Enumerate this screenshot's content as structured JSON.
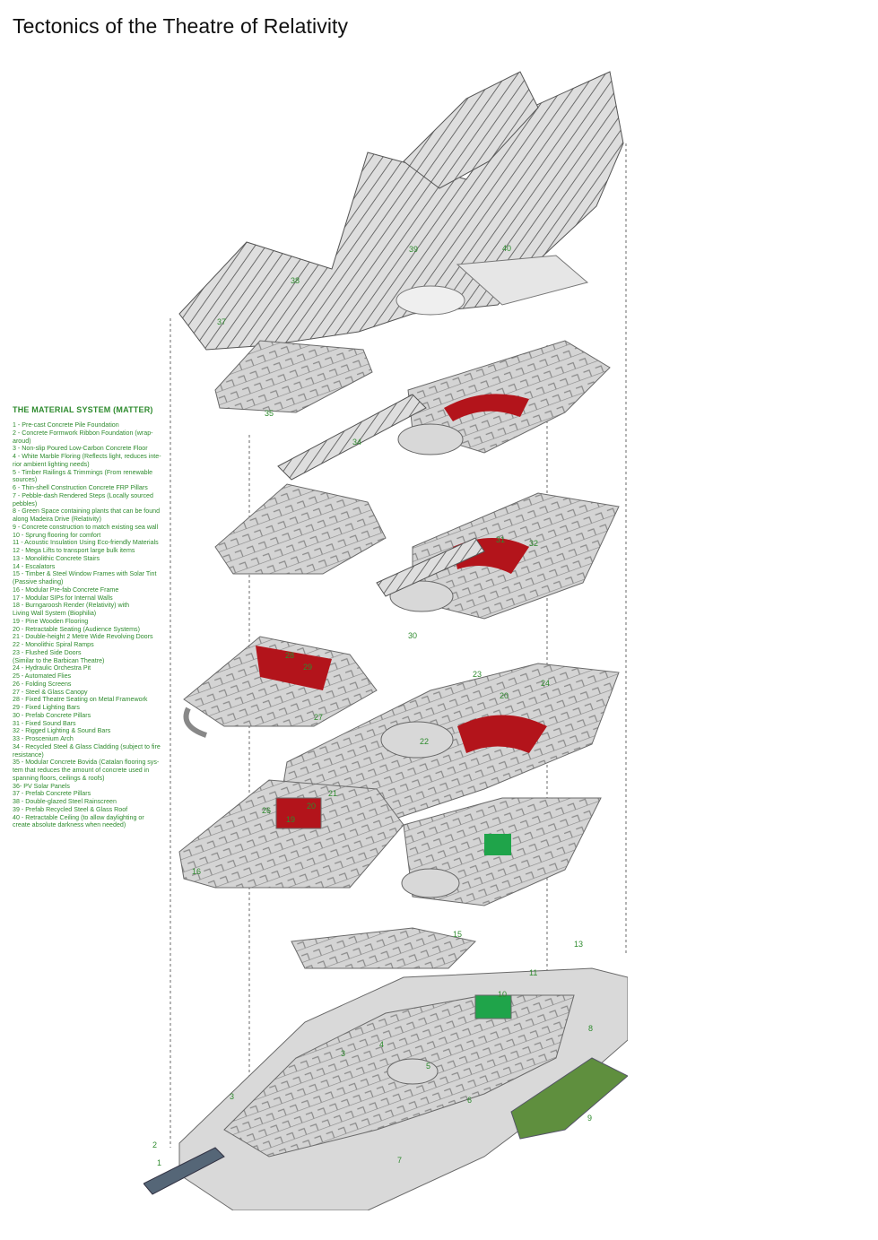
{
  "title": "Tectonics of the Theatre of Relativity",
  "legend": {
    "heading": "THE MATERIAL SYSTEM (MATTER)",
    "items": [
      "1 - Pre-cast Concrete Pile Foundation",
      "2 - Concrete Formwork Ribbon Foundation (wrap-\naroud)",
      "3 - Non-slip Poured Low-Carbon Concrete Floor",
      "4 - White Marble Floring (Reflects light, reduces inte-\nrior ambient lighting needs)",
      "5 - Timber Railings & Trimmings (From renewable\nsources)",
      "6 - Thin-shell Construction Concrete FRP Pillars",
      "7 - Pebble-dash Rendered Steps (Locally sourced\npebbles)",
      "8 - Green Space containing plants that can be found\nalong Madeira Drive (Relativity)",
      "9 - Concrete construction to match existing sea wall",
      "10 - Sprung flooring for comfort",
      "11 - Acoustic Insulation Using Eco-friendly Materials",
      "12 - Mega Lifts to transport large bulk items",
      "13 - Monolithic Concrete Stairs",
      "14 - Escalators",
      "15 - Timber & Steel Window Frames with Solar Tint\n(Passive shading)",
      "16 - Modular Pre-fab Concrete Frame",
      "17 - Modular SIPs for Internal Walls",
      "18 - Burngaroosh Render (Relativity) with\nLiving Wall System (Biophilia)",
      "19 - Pine Wooden Flooring",
      "20 - Retractable Seating (Audience Systems)",
      "21 - Double-height 2 Metre Wide Revolving Doors",
      "22 - Monolithic Spiral Ramps",
      "23 - Flushed Side Doors\n(Similar to the Barbican Theatre)",
      "24 - Hydraulic Orchestra Pit",
      "25 - Automated Flies",
      "26 - Folding Screens",
      "27 - Steel & Glass Canopy",
      "28 - Fixed Theatre Seating on Metal Framework",
      "29 - Fixed Lighting Bars",
      "30 - Prefab Concrete Pillars",
      "31 - Fixed Sound Bars",
      "32 - Rigged Lighting & Sound Bars",
      "33 - Proscenium Arch",
      "34 - Recycled Steel & Glass Cladding (subject to fire\nresistance)",
      "35 - Modular Concrete Bovida (Catalan flooring sys-\ntem that reduces the amount of concrete used in\nspanning floors, ceilings & roofs)",
      "36- PV Solar Panels",
      "37 - Prefab Concrete Pillars",
      "38 - Double-glazed Steel Rainscreen",
      "39 - Prefab Recycled Steel & Glass Roof",
      "40 - Retractable Ceiling (to allow daylighting or\ncreate absolute darkness when needed)"
    ]
  },
  "callouts": [
    "1",
    "2",
    "3",
    "3",
    "4",
    "5",
    "6",
    "7",
    "8",
    "9",
    "10",
    "11",
    "13",
    "15",
    "16",
    "19",
    "20",
    "20",
    "21",
    "22",
    "23",
    "24",
    "26",
    "27",
    "28",
    "29",
    "30",
    "31",
    "32",
    "34",
    "35",
    "37",
    "38",
    "39",
    "40"
  ],
  "colors": {
    "label_green": "#2e8b2e",
    "seat_red": "#b3141b",
    "slab_grey": "#cfcfcf",
    "slab_edge": "#7a7a7a",
    "green_space": "#5f8f3e"
  }
}
